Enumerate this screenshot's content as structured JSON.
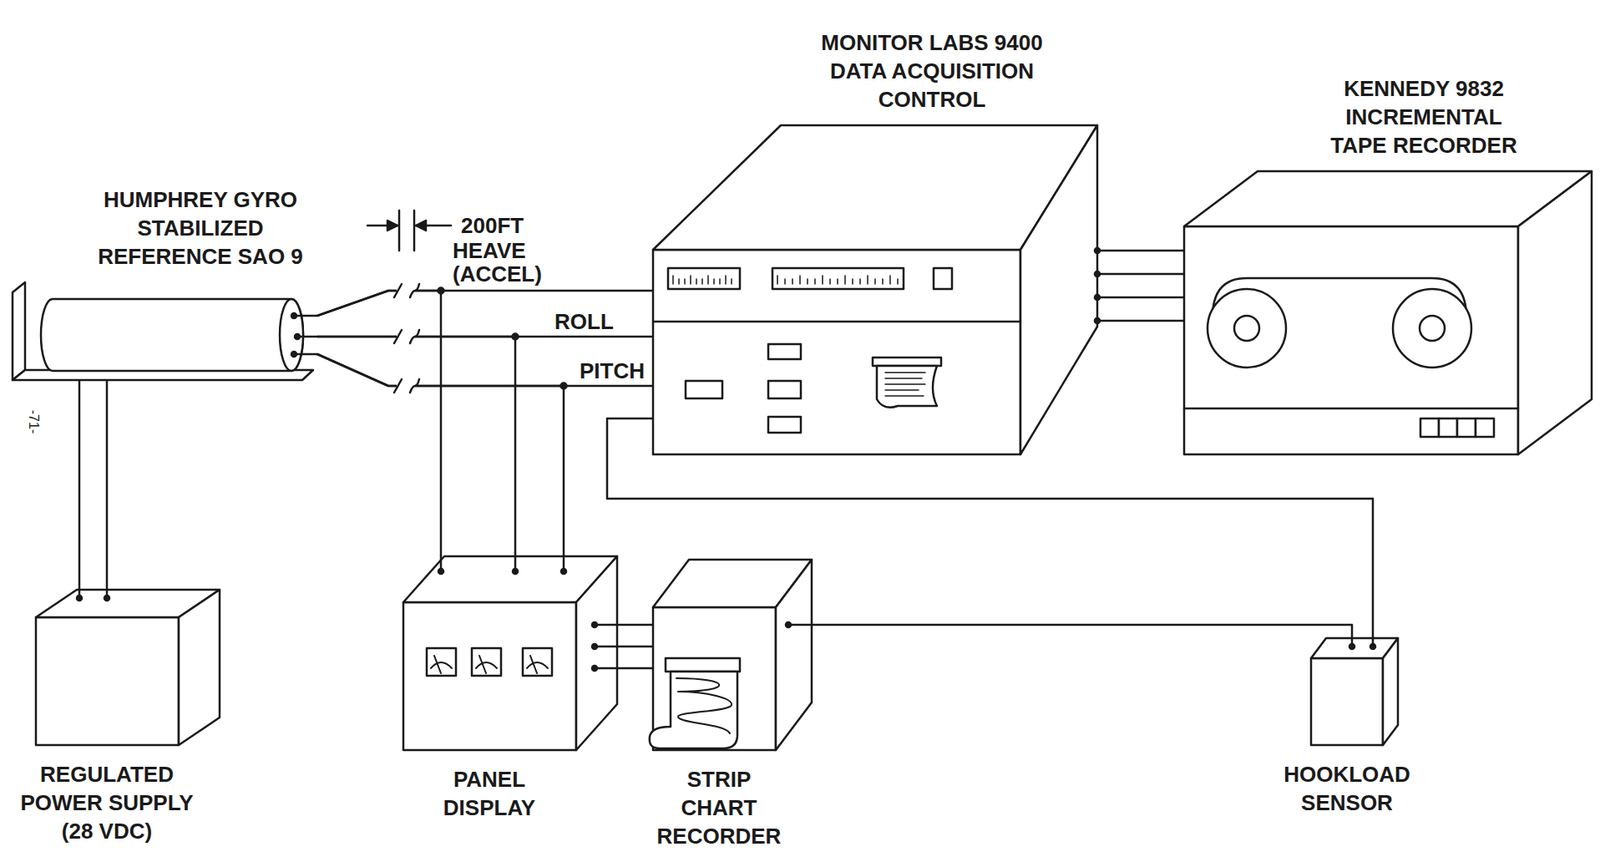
{
  "diagram": {
    "nodes": [
      {
        "text": [
          "HUMPHREY GYRO STABILIZED REFERENCE SAO 9"
        ]
      },
      {
        "text": [
          "REGULATED POWER SUPPLY (28 VDC)"
        ]
      },
      {
        "text": [
          "MONITOR LABS 9400 DATA ACQUISITION CONTROL"
        ]
      },
      {
        "text": [
          "KENNEDY 9832 INCREMENTAL TAPE RECORDER"
        ]
      },
      {
        "text": [
          "PANEL DISPLAY"
        ]
      },
      {
        "text": [
          "STRIP CHART RECORDER"
        ]
      },
      {
        "text": [
          "HOOKLOAD SENSOR"
        ]
      }
    ],
    "edges": [
      {
        "from": 1,
        "to": 0,
        "arrow": "none"
      },
      {
        "from": 1,
        "to": 0,
        "arrow": "none"
      },
      {
        "from": 0,
        "to": 2,
        "label": "HEAVE (ACCEL)",
        "arrow": "none"
      },
      {
        "from": 0,
        "to": 2,
        "label": "ROLL",
        "arrow": "none"
      },
      {
        "from": 0,
        "to": 2,
        "label": "PITCH",
        "arrow": "none"
      },
      {
        "from": 0,
        "to": 4,
        "arrow": "none"
      },
      {
        "from": 0,
        "to": 4,
        "arrow": "none"
      },
      {
        "from": 0,
        "to": 4,
        "arrow": "none"
      },
      {
        "from": 2,
        "to": 3,
        "arrow": "none"
      },
      {
        "from": 2,
        "to": 3,
        "arrow": "none"
      },
      {
        "from": 2,
        "to": 3,
        "arrow": "none"
      },
      {
        "from": 2,
        "to": 3,
        "arrow": "none"
      },
      {
        "from": 4,
        "to": 5,
        "arrow": "none"
      },
      {
        "from": 4,
        "to": 5,
        "arrow": "none"
      },
      {
        "from": 4,
        "to": 5,
        "arrow": "none"
      },
      {
        "from": 6,
        "to": 2,
        "arrow": "none"
      },
      {
        "from": 6,
        "to": 5,
        "arrow": "none"
      }
    ],
    "labels": [
      "200FT",
      "-71-"
    ]
  }
}
